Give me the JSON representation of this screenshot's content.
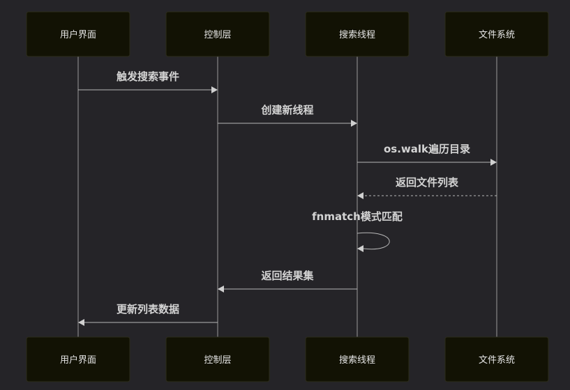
{
  "participants": [
    {
      "id": "ui",
      "label": "用户界面"
    },
    {
      "id": "ctrl",
      "label": "控制层"
    },
    {
      "id": "search",
      "label": "搜索线程"
    },
    {
      "id": "fs",
      "label": "文件系统"
    }
  ],
  "messages": [
    {
      "from": "ui",
      "to": "ctrl",
      "label": "触发搜索事件",
      "style": "solid"
    },
    {
      "from": "ctrl",
      "to": "search",
      "label": "创建新线程",
      "style": "solid"
    },
    {
      "from": "search",
      "to": "fs",
      "label": "os.walk遍历目录",
      "style": "solid"
    },
    {
      "from": "fs",
      "to": "search",
      "label": "返回文件列表",
      "style": "dashed"
    },
    {
      "from": "search",
      "to": "search",
      "label": "fnmatch模式匹配",
      "style": "solid"
    },
    {
      "from": "search",
      "to": "ctrl",
      "label": "返回结果集",
      "style": "solid"
    },
    {
      "from": "ctrl",
      "to": "ui",
      "label": "更新列表数据",
      "style": "solid"
    }
  ],
  "colors": {
    "background": "#252428",
    "actor_fill": "#121204",
    "line": "#b8b8b8",
    "text": "#d4d4d4"
  }
}
